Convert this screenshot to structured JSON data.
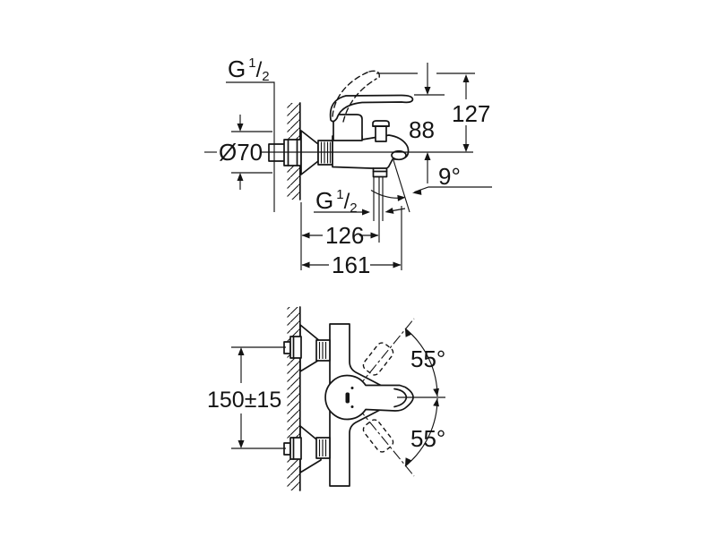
{
  "colors": {
    "line": "#141414",
    "background": "#ffffff"
  },
  "side_view": {
    "labels": {
      "wall_thread": {
        "g": "G",
        "numerator": "1",
        "slash": "/",
        "denominator": "2"
      },
      "flange_diameter": "Ø70",
      "height_to_body_top": "88",
      "height_total": "127",
      "spout_angle": "9°",
      "outlet_thread": {
        "g": "G",
        "numerator": "1",
        "slash": "/",
        "denominator": "2"
      },
      "wall_to_outlet": "126",
      "wall_to_spout_tip": "161"
    }
  },
  "front_view": {
    "labels": {
      "connection_spacing": "150±15",
      "swivel_angle_up": "55°",
      "swivel_angle_down": "55°"
    }
  }
}
